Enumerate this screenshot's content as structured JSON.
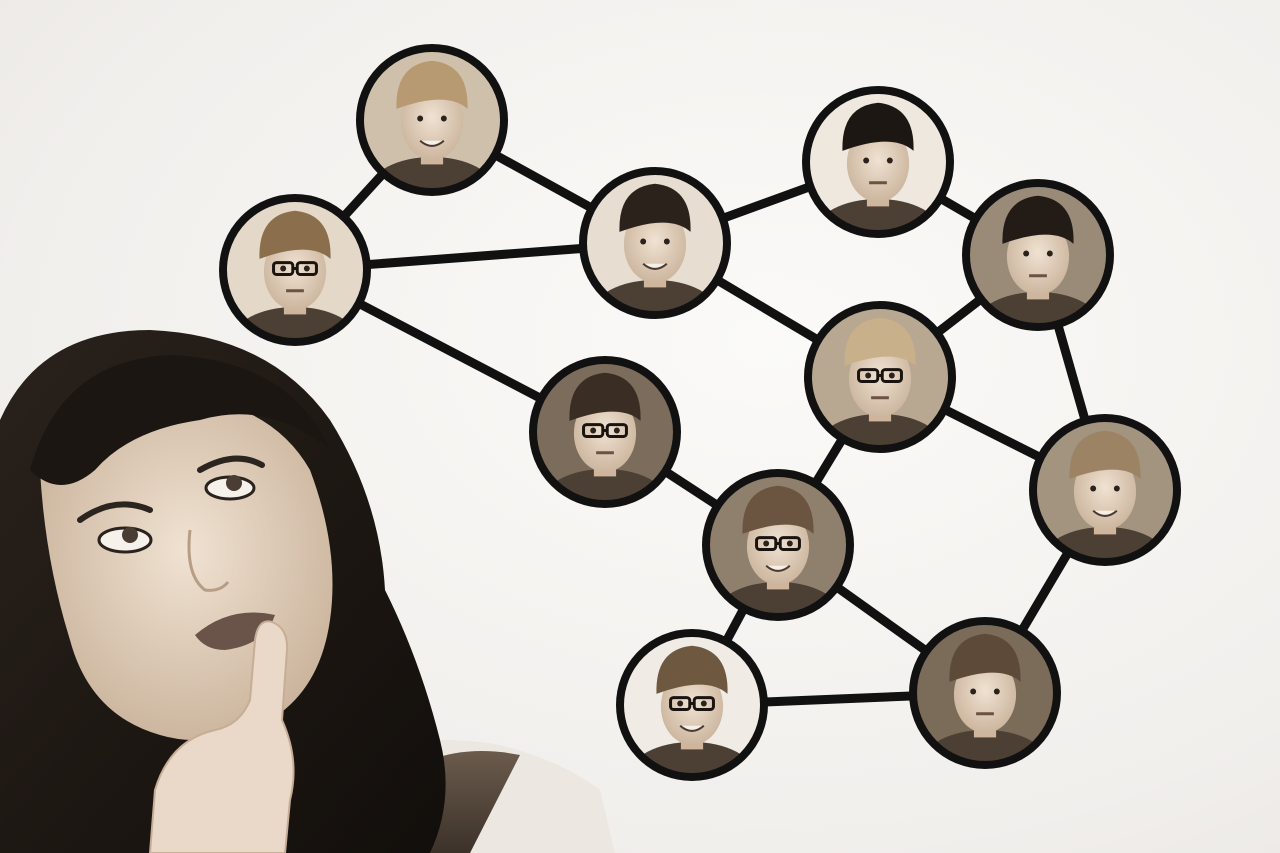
{
  "scene": {
    "description_tone": "sepia",
    "palette": {
      "background": "#f3f1ef",
      "line": "#111111",
      "sepia_dark": "#3a2f27",
      "sepia_mid": "#8a7866",
      "sepia_light": "#d9cbb9",
      "skin": "#e8d6c4",
      "hair_woman": "#1e1915"
    }
  },
  "network": {
    "nodes": [
      {
        "id": "n1",
        "hair": "#b79a72",
        "glasses": false,
        "expression": "smile",
        "bg": "#cfc0ac"
      },
      {
        "id": "n2",
        "hair": "#8b6f4d",
        "glasses": true,
        "expression": "neutral",
        "bg": "#e4d8c8"
      },
      {
        "id": "n3",
        "hair": "#2b221b",
        "glasses": false,
        "expression": "smile",
        "bg": "#e7ddd1"
      },
      {
        "id": "n4",
        "hair": "#1d1713",
        "glasses": false,
        "expression": "neutral",
        "bg": "#efe8df"
      },
      {
        "id": "n5",
        "hair": "#231c16",
        "glasses": false,
        "expression": "neutral",
        "bg": "#9a8b79"
      },
      {
        "id": "n6",
        "hair": "#c8b08a",
        "glasses": true,
        "expression": "neutral",
        "bg": "#b8a892"
      },
      {
        "id": "n7",
        "hair": "#3a2e24",
        "glasses": true,
        "expression": "neutral",
        "bg": "#7c6c5b"
      },
      {
        "id": "n8",
        "hair": "#9c8364",
        "glasses": false,
        "expression": "smile",
        "bg": "#a39480"
      },
      {
        "id": "n9",
        "hair": "#6b5541",
        "glasses": true,
        "expression": "smile",
        "bg": "#8f7f6d"
      },
      {
        "id": "n10",
        "hair": "#6e583f",
        "glasses": true,
        "expression": "smile",
        "bg": "#f0ebe4"
      },
      {
        "id": "n11",
        "hair": "#5d4a39",
        "glasses": false,
        "expression": "neutral",
        "bg": "#7b6b59"
      }
    ],
    "edges": [
      [
        "n1",
        "n2"
      ],
      [
        "n1",
        "n3"
      ],
      [
        "n2",
        "n3"
      ],
      [
        "n2",
        "n7"
      ],
      [
        "n3",
        "n4"
      ],
      [
        "n3",
        "n6"
      ],
      [
        "n4",
        "n5"
      ],
      [
        "n5",
        "n6"
      ],
      [
        "n5",
        "n8"
      ],
      [
        "n6",
        "n8"
      ],
      [
        "n6",
        "n9"
      ],
      [
        "n7",
        "n9"
      ],
      [
        "n9",
        "n10"
      ],
      [
        "n9",
        "n11"
      ],
      [
        "n10",
        "n11"
      ],
      [
        "n8",
        "n11"
      ]
    ]
  }
}
